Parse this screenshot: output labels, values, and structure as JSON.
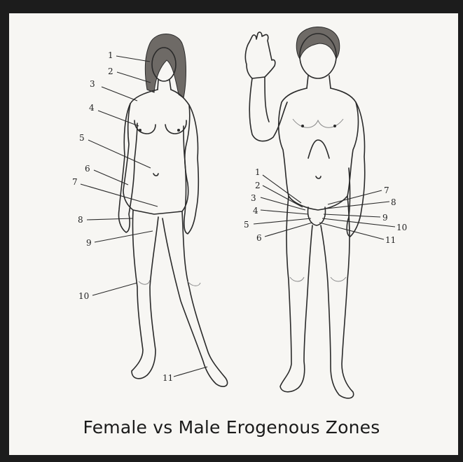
{
  "caption": "Female vs Male Erogenous Zones",
  "female_labels": [
    "1",
    "2",
    "3",
    "4",
    "5",
    "6",
    "7",
    "8",
    "9",
    "10",
    "11"
  ],
  "male_labels": [
    "1",
    "2",
    "3",
    "4",
    "5",
    "6",
    "7",
    "8",
    "9",
    "10",
    "11"
  ],
  "colors": {
    "frame": "#1c1c1c",
    "paper": "#f7f6f3",
    "ink": "#2a2a2a"
  }
}
